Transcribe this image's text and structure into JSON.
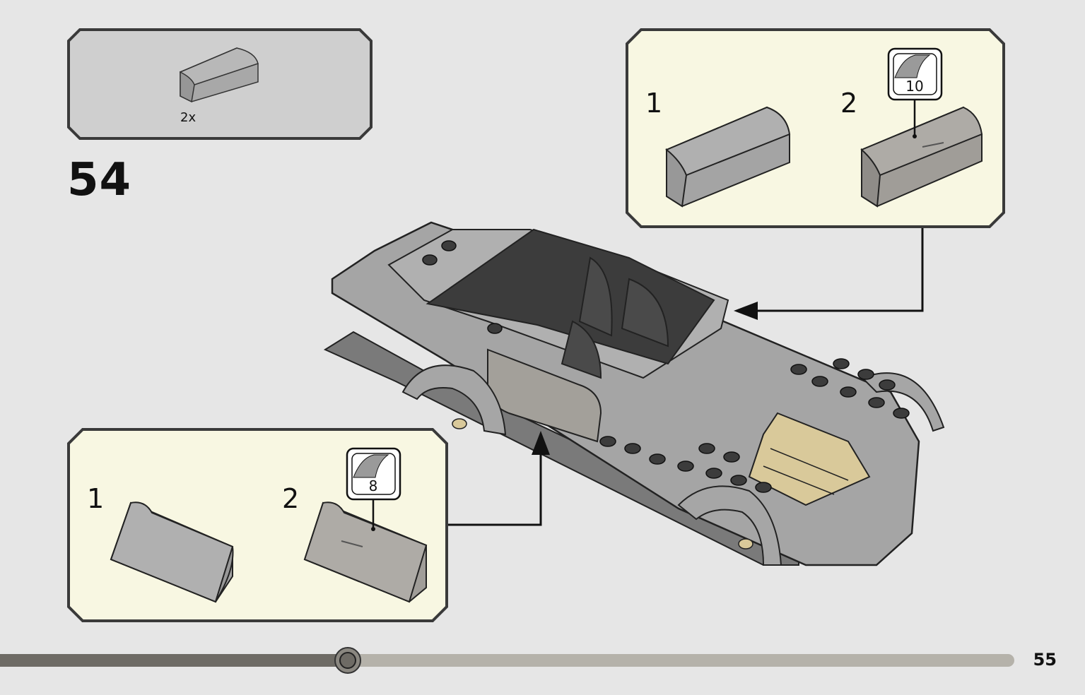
{
  "parts_list": {
    "quantity": "2x"
  },
  "step": {
    "number": "54"
  },
  "subassembly_top": {
    "step1_label": "1",
    "step2_label": "2",
    "sticker_number": "10"
  },
  "subassembly_bottom": {
    "step1_label": "1",
    "step2_label": "2",
    "sticker_number": "8"
  },
  "page": {
    "number": "55"
  },
  "progress": {
    "fraction": 0.343
  },
  "colors": {
    "background": "#e6e6e6",
    "callout_fill": "#f8f7e2",
    "parts_fill": "#cfcfcf",
    "brick_gray": "#a4a4a4",
    "dark_gray": "#3c3c3c",
    "tan": "#d9c99a"
  }
}
